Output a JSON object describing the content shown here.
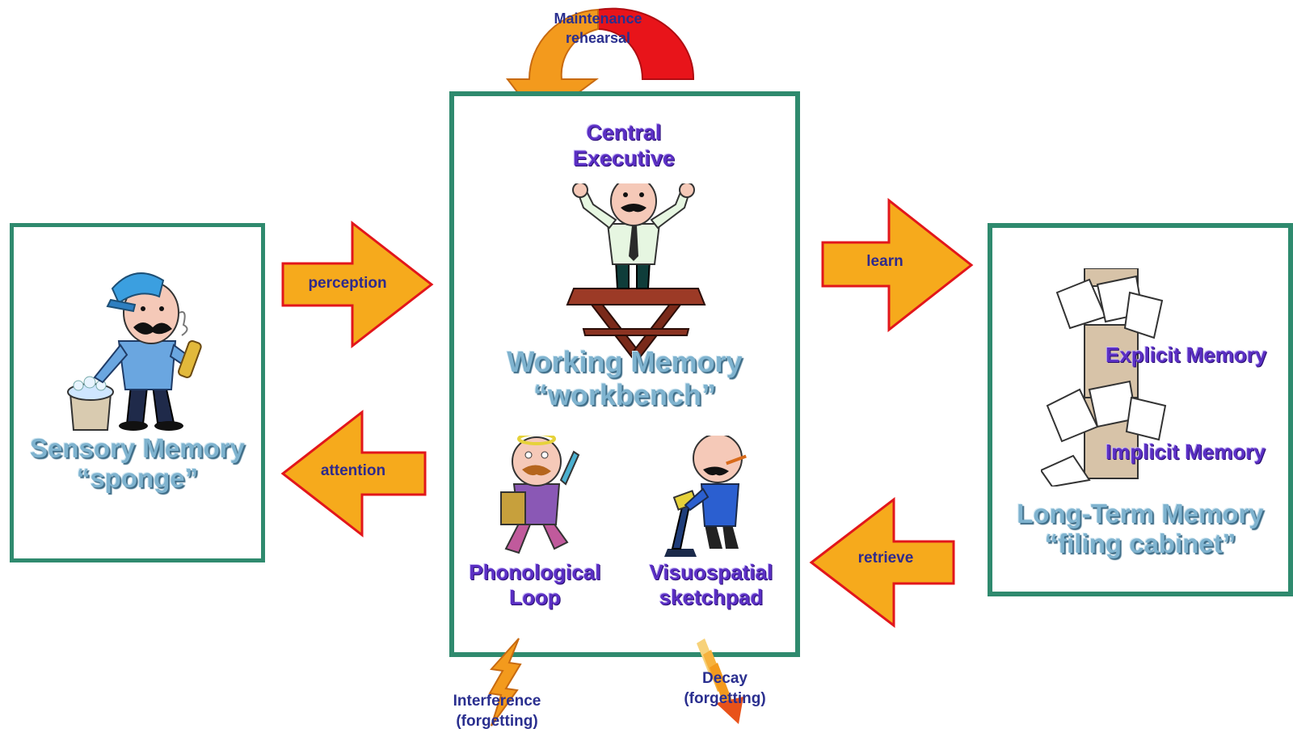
{
  "sensory": {
    "title_line1": "Sensory Memory",
    "title_line2": "“sponge”"
  },
  "working": {
    "title_line1": "Working Memory",
    "title_line2": "“workbench”",
    "central_line1": "Central",
    "central_line2": "Executive",
    "phono_line1": "Phonological",
    "phono_line2": "Loop",
    "visuo_line1": "Visuospatial",
    "visuo_line2": "sketchpad"
  },
  "longterm": {
    "title_line1": "Long-Term Memory",
    "title_line2": "“filing cabinet”",
    "explicit": "Explicit Memory",
    "implicit": "Implicit Memory"
  },
  "arrows": {
    "perception": "perception",
    "attention": "attention",
    "learn": "learn",
    "retrieve": "retrieve"
  },
  "rehearsal": {
    "line1": "Maintenance",
    "line2": "rehearsal"
  },
  "interference": {
    "line1": "Interference",
    "line2": "(forgetting)"
  },
  "decay": {
    "line1": "Decay",
    "line2": "(forgetting)"
  },
  "colors": {
    "box_border": "#2f8a6e",
    "arrow_fill": "#f6aa1c",
    "arrow_stroke": "#e2161b",
    "title_blue": "#7fb3cf",
    "label_purple": "#5b2fc4"
  }
}
